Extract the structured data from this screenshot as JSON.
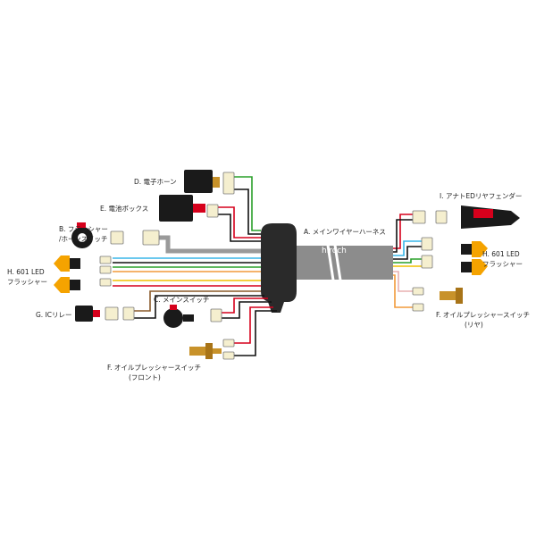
{
  "labels": {
    "a": "A. メインワイヤーハーネス",
    "b_line1": "B. フラッシャー",
    "b_line2": "/ホーンスイッチ",
    "c": "C. メインスイッチ",
    "d": "D. 電子ホーン",
    "e": "E. 電池ボックス",
    "f_front_line1": "F. オイルプレッシャースイッチ",
    "f_front_line2": "(フロント)",
    "f_rear_line1": "F. オイルプレッシャースイッチ",
    "f_rear_line2": "(リヤ)",
    "g": "G. ICリレー",
    "h_left_line1": "H. 601 LED",
    "h_left_line2": "フラッシャー",
    "h_right_line1": "H. 601 LED",
    "h_right_line2": "フラッシャー",
    "i": "I. アナトEDリヤフェンダー"
  },
  "watermark": "hiroch",
  "colors": {
    "harness": "#2a2a2a",
    "sleeve": "#8c8c8c",
    "amber": "#f5a300",
    "red": "#d6001c",
    "green": "#2aa02a",
    "yellow": "#f0c000",
    "blue": "#2a6fd6",
    "cyan": "#38b6e8",
    "brown": "#8a5a2a",
    "orange": "#f29a3a",
    "pink": "#e8b0b0",
    "gray": "#9a9a9a",
    "black": "#111111",
    "connector": "#f5efcf",
    "brass": "#c8922a"
  }
}
